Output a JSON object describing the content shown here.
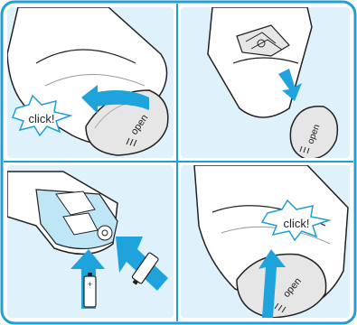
{
  "colors": {
    "frame": "#1e9fd6",
    "panel_bg": "#dff1fb",
    "arrow": "#1ea3dc",
    "outline": "#222222",
    "device_fill": "#ffffff",
    "device_shade": "#d8d8d8",
    "battery_compartment": "#bfe6f7"
  },
  "panels": [
    {
      "id": "top-left",
      "badge_text": "click!",
      "cap_label": "open",
      "arrow": "left"
    },
    {
      "id": "top-right",
      "cap_label": "open",
      "arrow": "down"
    },
    {
      "id": "bottom-left",
      "battery_sign": "+",
      "arrow": "up-two"
    },
    {
      "id": "bottom-right",
      "badge_text": "click!",
      "cap_label": "open",
      "arrow": "up"
    }
  ]
}
